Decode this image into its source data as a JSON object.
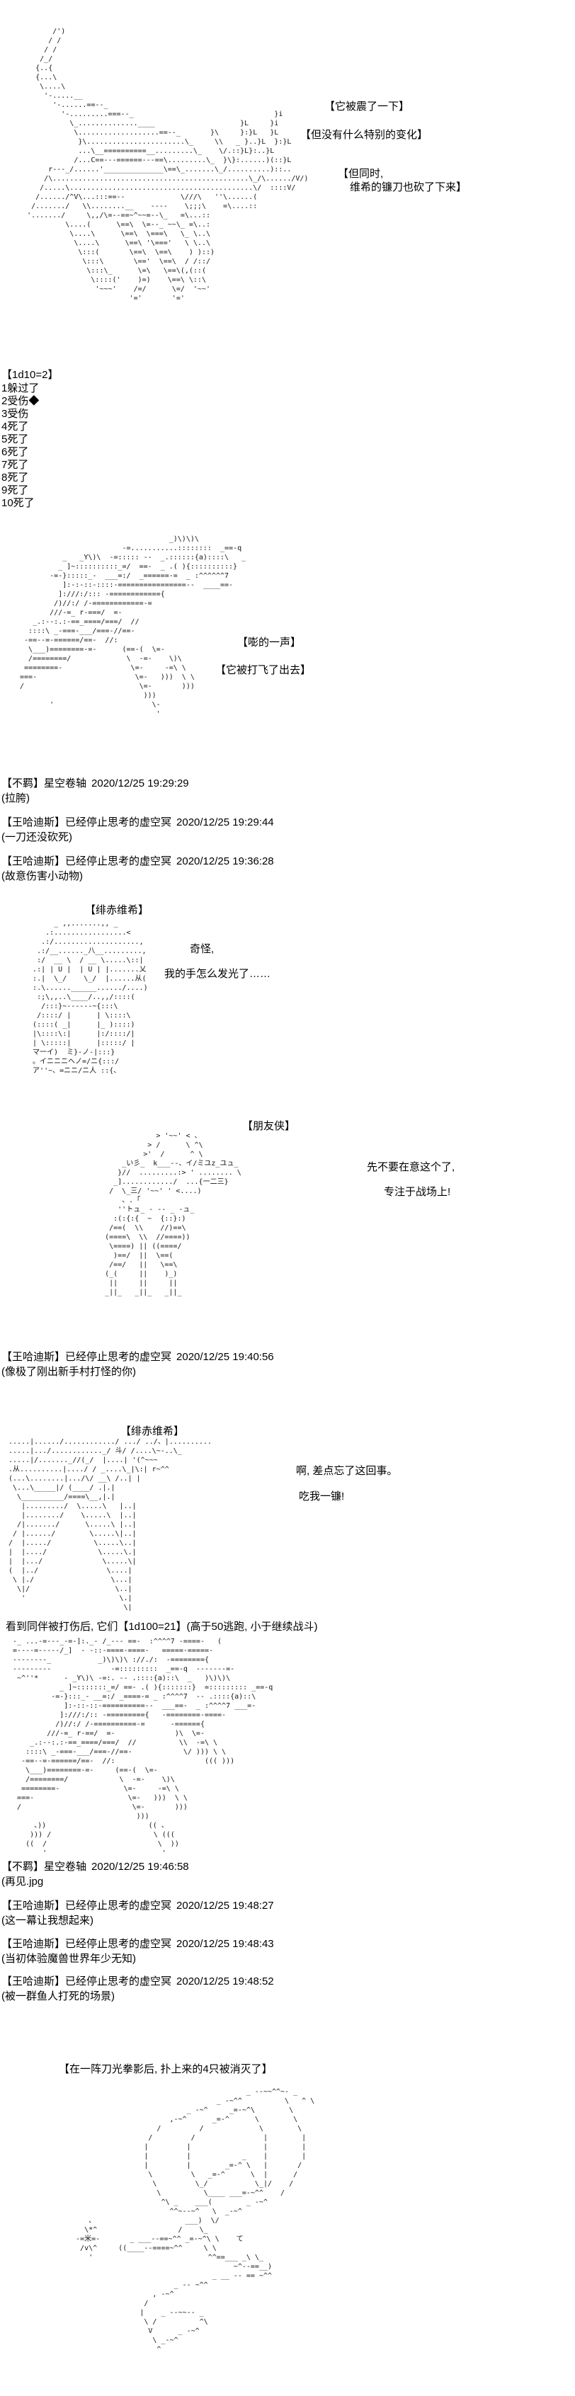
{
  "page": {
    "background": "#ffffff",
    "ink": "#000000"
  },
  "scene1": {
    "bubble_shaken": "【它被震了一下】",
    "bubble_no_change": "【但没有什么特别的变化】",
    "bubble_but_1": "【但同时,",
    "bubble_but_2": "维希的镰刀也砍了下来】",
    "bubble_bang": "【嘭的一声】",
    "bubble_knocked_away": "【它被打飞了出去】"
  },
  "dice": {
    "title": "【1d10=2】",
    "outcomes": [
      "1躲过了",
      "2受伤◆",
      "3受伤",
      "4死了",
      "5死了",
      "6死了",
      "7死了",
      "8死了",
      "9死了",
      "10死了"
    ]
  },
  "posts": [
    {
      "author": "【不羁】星空卷轴",
      "time": "2020/12/25 19:29:29",
      "comment": "(拉胯)"
    },
    {
      "author": "【王哈迪斯】已经停止思考的虚空冥",
      "time": "2020/12/25 19:29:44",
      "comment": "(一刀还没砍死)"
    },
    {
      "author": "【王哈迪斯】已经停止思考的虚空冥",
      "time": "2020/12/25 19:36:28",
      "comment": "(故意伤害小动物)"
    },
    {
      "author": "【王哈迪斯】已经停止思考的虚空冥",
      "time": "2020/12/25 19:40:56",
      "comment": "(像极了刚出新手村打怪的你)"
    },
    {
      "author": "【不羁】星空卷轴",
      "time": "2020/12/25 19:46:58",
      "comment": "(再见.jpg"
    },
    {
      "author": "【王哈迪斯】已经停止思考的虚空冥",
      "time": "2020/12/25 19:48:27",
      "comment": "(这一幕让我想起来)"
    },
    {
      "author": "【王哈迪斯】已经停止思考的虚空冥",
      "time": "2020/12/25 19:48:43",
      "comment": "(当初体验魔兽世界年少无知)"
    },
    {
      "author": "【王哈迪斯】已经停止思考的虚空冥",
      "time": "2020/12/25 19:48:52",
      "comment": "(被一群鱼人打死的场景)"
    }
  ],
  "dialogue": {
    "vixi_label_1": "【绯赤维希】",
    "vixi_line_1a": "奇怪,",
    "vixi_line_1b": "我的手怎么发光了……",
    "friend_label": "【朋友侠】",
    "friend_line_1": "先不要在意这个了,",
    "friend_line_2": "专注于战场上!",
    "vixi_label_2": "【绯赤维希】",
    "vixi_line_2a": "啊, 差点忘了这回事。",
    "vixi_line_2b": "吃我一镰!"
  },
  "narration": {
    "morale_roll": "看到同伴被打伤后, 它们【1d100=21】(高于50逃跑, 小于继续战斗)",
    "finale": "【在一阵刀光拳影后, 扑上来的4只被消灭了】"
  },
  "ascii_art": {
    "dragon_hit": [
      "           /')",
      "          / /",
      "         / /",
      "        /_/",
      "       {..{",
      "       {...\\",
      "        \\....\\",
      "         '-.....__",
      "           '-......==--_",
      "             '-.........===--_                                 }i",
      "               \\_..............____                    }L     }i",
      "                \\...................==--_       }\\     }:}L   }L",
      "                 }\\.......................\\_     \\\\   _ }..}L  }:}L",
      "                 ...\\__==========__.........\\_    \\/.::}L}:..}L",
      "                /...C==---======---==\\.........\\_  }\\}:......)(::}L",
      "          r---_/......'______________\\==\\_.......\\_/..........)::..",
      "         /\\..............................................\\_/\\....../V/)",
      "        /.....\\...........................................\\/  ::::V/",
      "       /....../^V\\...:::==--             \\///\\   ''\\......(",
      "      /......./   \\\\........__    ----    \\;;;\\    =\\....::",
      "     '......./     \\,,/\\=--==~^~~=--\\_   =\\...::",
      "              \\....(      \\==\\  \\=--_ ~~\\_ =\\..:",
      "               \\....\\      \\==\\  \\===\\   \\_ \\..\\",
      "                \\....\\      \\==\\ '\\==='   \\ \\..\\",
      "                 \\:::(       \\==\\  \\==\\    ) )::)",
      "                  \\:::\\       \\=='  \\==\\  / /::/",
      "                   \\:::\\_      \\=\\   \\==\\(,(::(",
      "                    \\::::('    )=)    \\==\\ \\::\\",
      "                     '~~~'    /=/      \\=/  '~~'",
      "                             '='       '='"
    ],
    "dragon_knocked": [
      "                                    _)\\)\\)\\",
      "                         -=...........::::::::  _==-q",
      "           _   _Y\\)\\  -=::::: --  _.::::::{a)::::\\   _",
      "          _ ]~::::::::::_=/  ==-  _ .( ){::::::::::}",
      "        -=-}:::::_-  ___=:/  _======-=  _ :^^^^^^7",
      "           ]:-:-::-::::-================--  ____==-",
      "          ]:///:/::: -============{",
      "         /)//:/ /-============-=",
      "        ///-=_ r-===/  =-",
      "    _.:--:.:-==_====/===/  //",
      "   ::::\\ _-===-___/===-//==-",
      "  -==--=-======/==-  //:",
      "   \\___)========-=-      (==-(  \\=-",
      "   /========/             \\  -=-    \\)\\",
      "  ========-                \\=-     -=\\ \\",
      " ===-                       \\=-   )))  \\ \\",
      " /                           \\=-       )))",
      "                              )))",
      "        '                       \\-",
      "                                 '"
    ],
    "vixi_glow": [
      "        _ ,,.......,, _",
      "      .:.................<",
      "     .:/....................,",
      "    .:/__......_八__.........,",
      "    :/  __ \\  / __ \\.....\\::|",
      "   .:| | U |  | U | |.......乂",
      "   :.|  \\_/    \\_/  |......从(",
      "   :.\\......______....../....)",
      "    :;\\,,..\\____/..,,/::::(",
      "     /:::}~------~{:::\\",
      "    /::::/ |      | \\::::\\",
      "   (::::( _|      |_ )::::)",
      "   |\\::::\\:|      |:/::::/|",
      "   | \\:::::|      |:::::/ |",
      "   マ一イ)  ミ}-ノ-|:::}",
      "   。イニニニヘノ=/ニ{:::/",
      "   ア''~、=ニニ/ニ人 ::{、"
    ],
    "friend_rider": [
      "                 > '~~' < 、",
      "               > /      \\ ^\\",
      "              >'  /      ^ \\",
      "         _い彡_  k___--、イ/ミユz_ユュ_",
      "        }//  .........:> ' ........ \\",
      "       _]............/  ...{一二三}",
      "      /  \\_三/ '~~' ' <....)",
      "         、.「",
      "        ''トュ_ - -- _ -ュ_",
      "       :(:{:{  ~  {::}:)",
      "      /==(  \\\\    //)==\\",
      "     (====\\  \\\\  //====))",
      "      \\====) || ((====/",
      "       )==/  ||  \\==(",
      "      /==/   ||   \\==\\",
      "     (_(     ||    )_)",
      "      ||     ||     ||",
      "     _||_   _||_   _||_"
    ],
    "vixi_sickle": [
      " .....|....../............/ .../ ../、|..........",
      " .....|.../............_/ 斗/ /....\\~-..\\_",
      " .....|/......._//(_/  |....| '(^~~~",
      " .从..........|..../ / _....\\_|\\:| r~^^",
      " (...\\........|.../\\/ __\\ /..| |",
      "  \\...\\_____|/ (____/ .|.|",
      "   \\__________/====\\__,|.|",
      "    |........./  \\.....\\   |..|",
      "    |......../    \\.....\\  |..|",
      "   /|......./      \\.....\\ |..|",
      "  / |....../        \\.....\\|..|",
      " /  |...../          \\.....\\..|",
      " |  |..../            \\.....\\.|",
      " |  |.../              \\.....\\|",
      " (  |../                \\....|",
      "  \\ |./                  \\...|",
      "   \\|/                    \\..|",
      "    '                      \\.|",
      "                            \\|"
    ],
    "dragon_pack": [
      "  -_ ...-=---_-=-]:._- /_--- ==-  :^^^^7 -====-   (",
      "  =----=-----/_]  - -::-====-====-   =====-=====-",
      "  --------_           _)\\)\\)\\ ://./:  -========{",
      "  ---------              -=:::::::::  _==-q  -------=-",
      "   ~^''*      - _Y\\)\\ -=:. -- .::::{a)::\\  _   )\\)\\)\\",
      "             _ ]~:::::::_=/ ==- .( ){:::::::}  =::::::::: _==-q",
      "           -=-}:::_- __=:/ _====-= _ :^^^^7  -- .::::{a)::\\",
      "              ]:-::-::-==========--  ___==-  _ :^^^^7 ___=-",
      "             ]:///:/:: -========={   -========-====-",
      "            /)//:/ /-==========-=      -======{",
      "          ///-=_ r-==/  =-              )\\  \\=-",
      "      _.:--:.:-==_====/===/  //          \\\\  -=\\ \\",
      "     ::::\\ _-===-___/===-//==-            \\/ ))) \\ \\",
      "    -==--=-======/==-  //:                     ((( )))",
      "     \\___)========-=-     (==-(  \\=-",
      "     /========/            \\  -=-    \\)\\",
      "    ========-               \\=-     -=\\ \\",
      "   ===-                      \\=-   )))  \\ \\",
      "   /                          \\=-       )))",
      "                               )))",
      "       、))                        (( 、",
      "      ))) /                        \\ (((",
      "     ((  /                          \\  ))",
      "         '                           '"
    ],
    "slash_finale": [
      "                                          _ --~~^^~- _",
      "                                   _ -~^^          \\   ^ \\",
      "                            _ -~^     _=-~^\\        \\",
      "                        ,-~^      _=-^      \\        \\",
      "                     /         /             \\        \\",
      "                   /         /                |        |",
      "                  |         |                 |        |",
      "                  |         |            _    |        |",
      "                  |         |        _=-^ \\   |       /",
      "                   \\         \\   _=-^      \\  |      /",
      "                    \\         \\_/           \\_|/    /",
      "                     \\          \\____ ___=-~^^    /",
      "                      ^\\ _    ___(        _ -~^",
      "                        ^^~--~^   \\  _-~^",
      "     、                     ___)  \\/",
      "    \\*^                   /    \\_",
      "  -=米=-       _ ___--==~^^ _=-~^\\ \\    て",
      "   /v\\^     ((____--====~^^     \\ \\",
      "     '                           ^^==___ _\\ \\_",
      "                                       ~^--==__)",
      "                                  _ __ -- == ~^^",
      "                         _ -- ~^^",
      "                    , -~^",
      "                  /",
      "                 |    _ --~~-- _",
      "                  \\ /          ^\\",
      "                   V      _ -~^",
      "                    \\ _-~^",
      "                     ^"
    ]
  }
}
